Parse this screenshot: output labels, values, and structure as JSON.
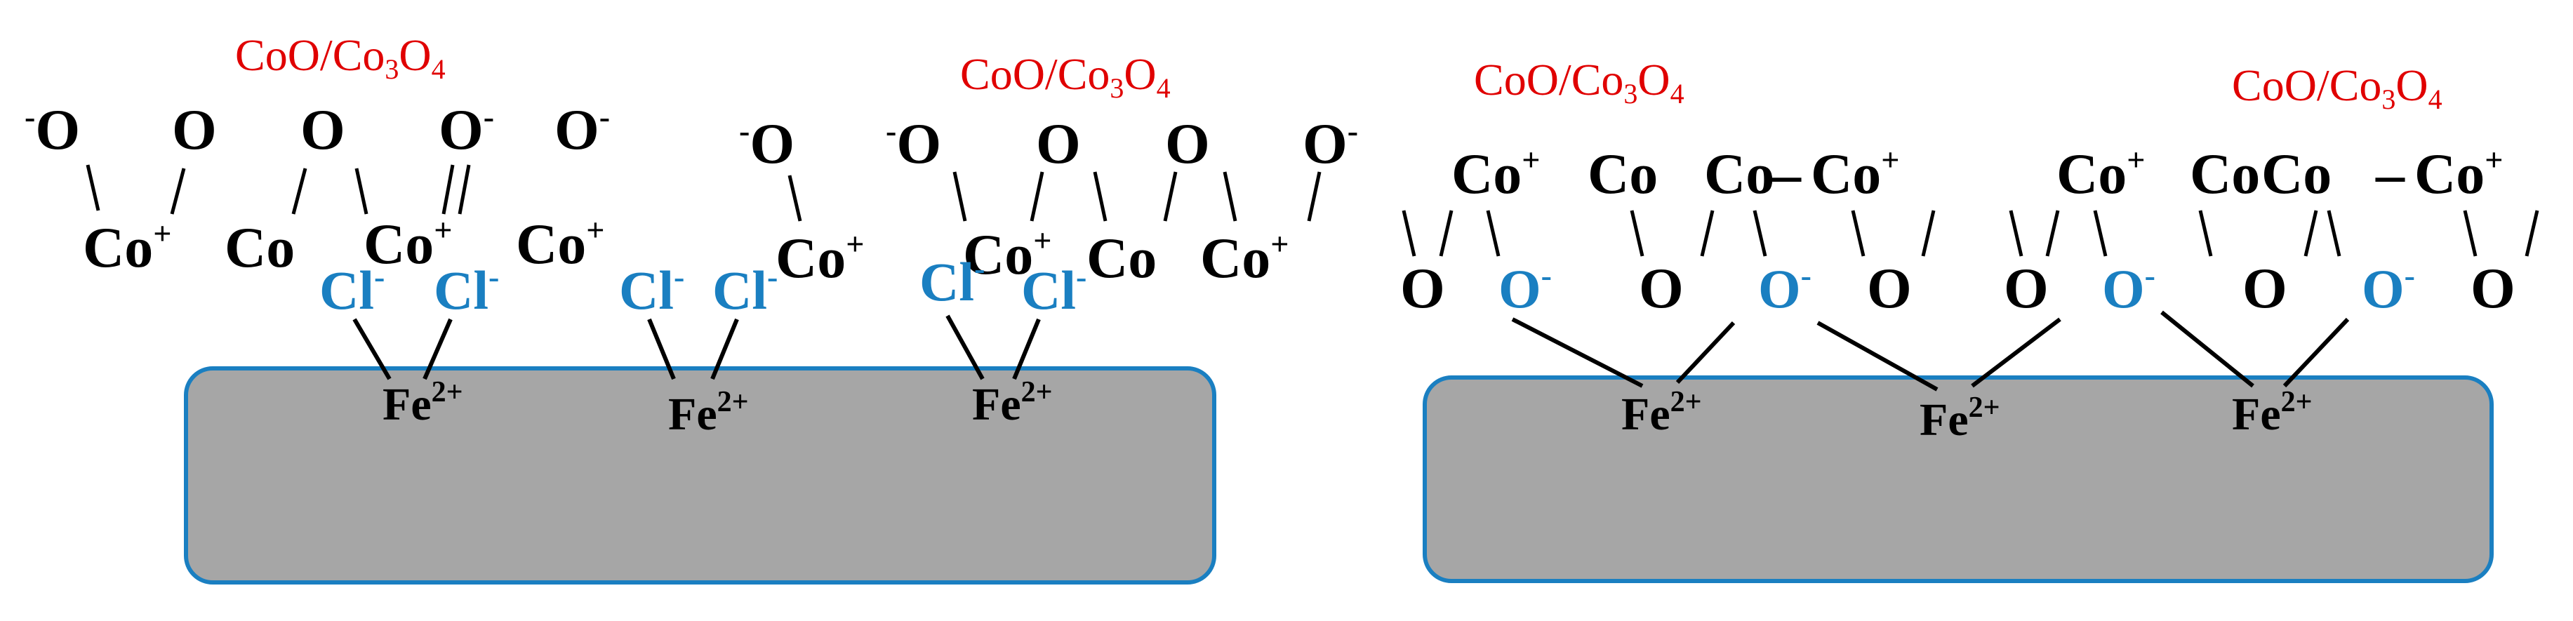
{
  "colors": {
    "substrate_fill": "#a6a6a6",
    "substrate_stroke": "#1a7fc1",
    "oxide_label": "#e00000",
    "bridging_anion": "#1a7fc1",
    "atom": "#000000"
  },
  "labels": {
    "oxide_main": "CoO/Co",
    "oxide_sub3": "3",
    "oxide_o": "O",
    "oxide_sub4": "4",
    "fe": "Fe",
    "fe_charge": "2+",
    "o": "O",
    "co": "Co",
    "cl": "Cl",
    "plus": "+",
    "minus": "-",
    "dash": "–"
  },
  "left_panel": {
    "oxide_labels": [
      "CoO/Co3O4",
      "CoO/Co3O4"
    ],
    "anion_species": "Cl-",
    "substrate_cation": "Fe2+"
  },
  "right_panel": {
    "oxide_labels": [
      "CoO/Co3O4",
      "CoO/Co3O4"
    ],
    "anion_species": "O-",
    "substrate_cation": "Fe2+"
  }
}
